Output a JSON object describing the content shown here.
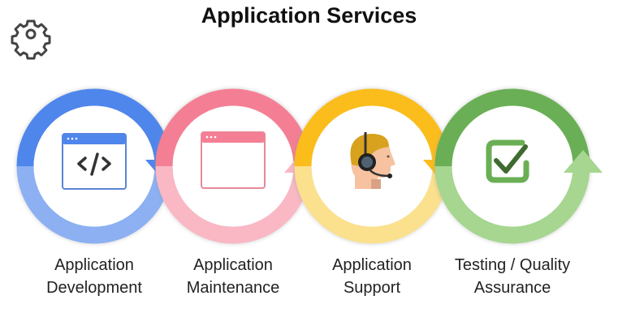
{
  "title": "Application Services",
  "steps": [
    {
      "line1": "Application",
      "line2": "Development",
      "icon": "code-window-icon",
      "dark": "#4f86ec",
      "light": "#8cb0f2",
      "arrow": "down"
    },
    {
      "line1": "Application",
      "line2": "Maintenance",
      "icon": "gear-window-icon",
      "dark": "#f47f94",
      "light": "#f9b8c4",
      "arrow": "up"
    },
    {
      "line1": "Application",
      "line2": "Support",
      "icon": "headset-agent-icon",
      "dark": "#fbbd1c",
      "light": "#fbe08e",
      "arrow": "down"
    },
    {
      "line1": "Testing / Quality",
      "line2": "Assurance",
      "icon": "checkbox-icon",
      "dark": "#6aaf55",
      "light": "#a6d690",
      "arrow": "up"
    }
  ]
}
